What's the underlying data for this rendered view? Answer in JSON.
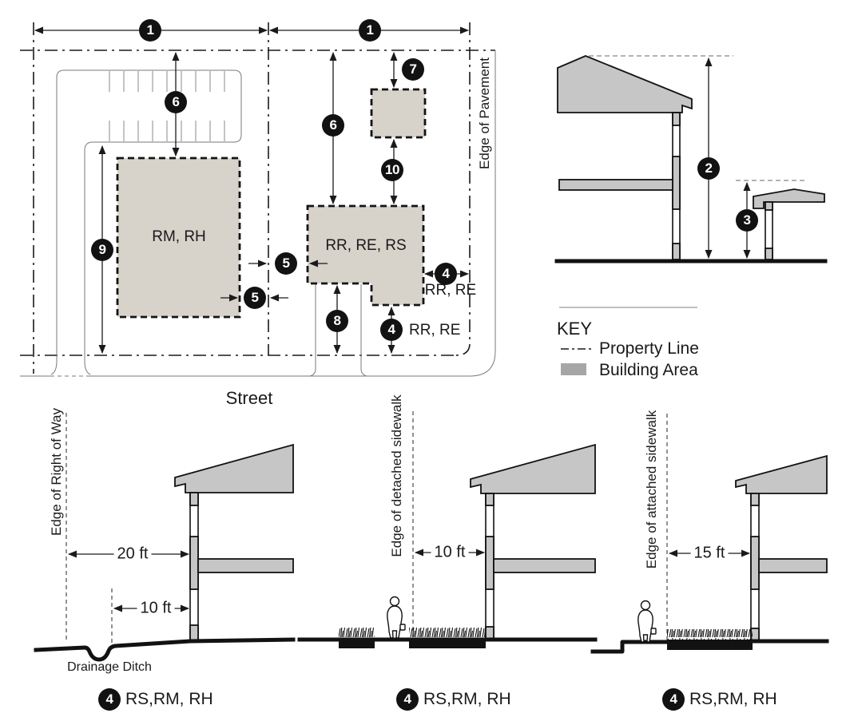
{
  "colors": {
    "ink": "#1a1a1a",
    "building_fill": "#d7d2ca",
    "section_fill": "#c6c6c6",
    "key_swatch": "#a6a6a6"
  },
  "site_plan": {
    "street_label": "Street",
    "edge_of_pavement_label": "Edge of Pavement",
    "building_rm_label": "RM, RH",
    "building_rr_label": "RR, RE, RS",
    "street_side_zones": "RR, RE",
    "rear_zones": "RR, RE",
    "badges": {
      "lot_width_left": "1",
      "lot_width_right": "1",
      "parking_setback": "6",
      "front_setback": "6",
      "accessory_front_setback": "7",
      "building_separation": "10",
      "side_setback": "9",
      "interior_side_left": "5",
      "interior_side_right": "5",
      "rear_setback": "8",
      "street_side_setback": "4",
      "rear_setback_rr": "4"
    }
  },
  "height_section": {
    "badges": {
      "main_building_height": "2",
      "accessory_building_height": "3"
    }
  },
  "key": {
    "title": "KEY",
    "property_line_label": "Property Line",
    "building_area_label": "Building Area"
  },
  "sections": [
    {
      "edge_label": "Edge of Right of Way",
      "dim_outer": "20 ft",
      "dim_inner": "10 ft",
      "feature_label": "Drainage Ditch",
      "badge": "4",
      "zones": "RS,RM, RH"
    },
    {
      "edge_label": "Edge of detached sidewalk",
      "dim": "10 ft",
      "badge": "4",
      "zones": "RS,RM, RH"
    },
    {
      "edge_label": "Edge of attached sidewalk",
      "dim": "15 ft",
      "badge": "4",
      "zones": "RS,RM, RH"
    }
  ]
}
